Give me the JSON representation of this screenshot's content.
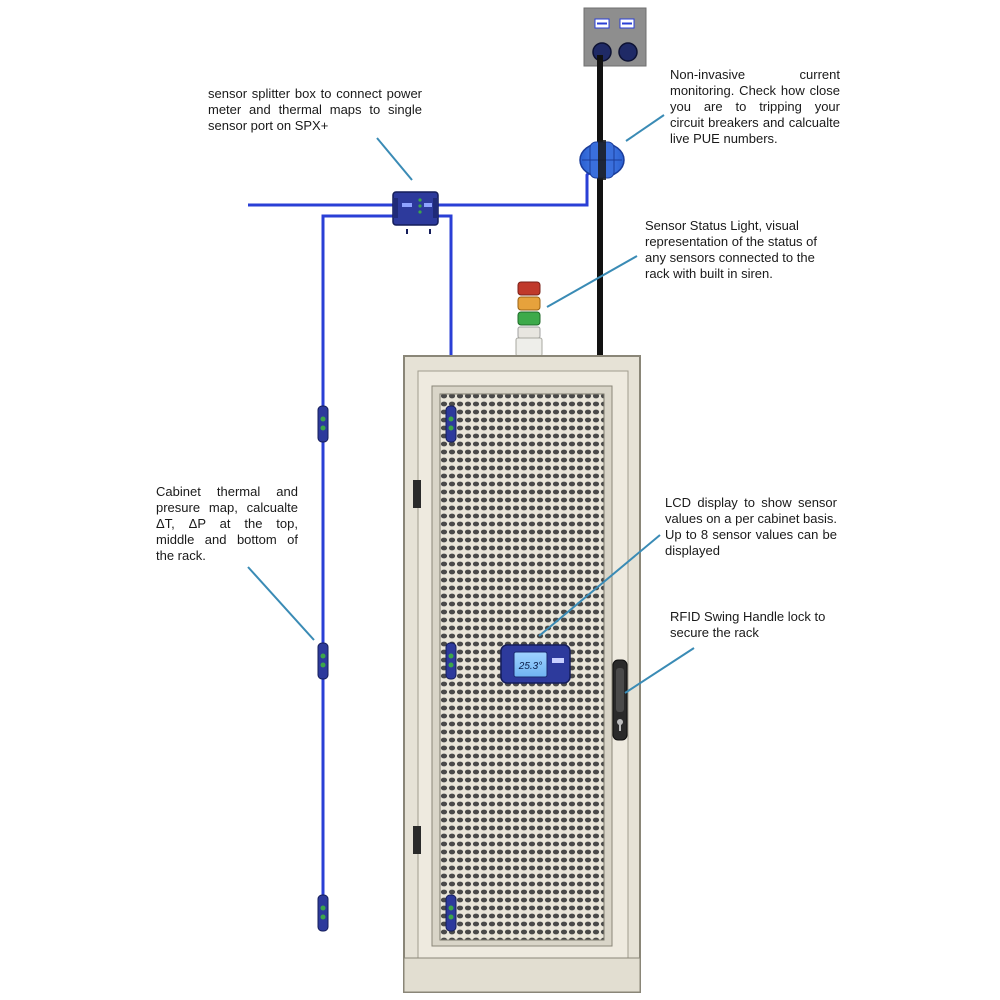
{
  "callouts": {
    "splitter": "sensor splitter box to connect power meter and thermal maps to single sensor port on SPX+",
    "current": "Non-invasive current monitoring. Check how close you are to tripping your circuit breakers and calcualte live PUE numbers.",
    "status": "Sensor Status Light, visual representation of the status of any sensors connected to the rack with built in siren.",
    "thermal": "Cabinet thermal and presure map, calcualte ΔT, ΔP at the top, middle and bottom of the rack.",
    "lcd": "LCD display to show sensor values on a per cabinet basis. Up to 8 sensor values can be displayed",
    "rfid": "RFID Swing Handle lock to secure the rack"
  },
  "lcd_display": {
    "value": "25.3°"
  },
  "colors": {
    "cable_blue": "#2a3fd6",
    "sensor_blue": "#2d3a9c",
    "sensor_green": "#3da64a",
    "rack_beige": "#e6e2d6",
    "power_cord": "#111111",
    "leader_line": "#3a8bb5",
    "beacon_red": "#c0392b",
    "beacon_amber": "#e6a23c",
    "beacon_green": "#3daa4a"
  },
  "icons": [
    "power-outlet-icon",
    "current-clamp-icon",
    "splitter-box-icon",
    "status-light-icon",
    "thermal-sensor-icon",
    "lcd-display-icon",
    "handle-lock-icon"
  ]
}
